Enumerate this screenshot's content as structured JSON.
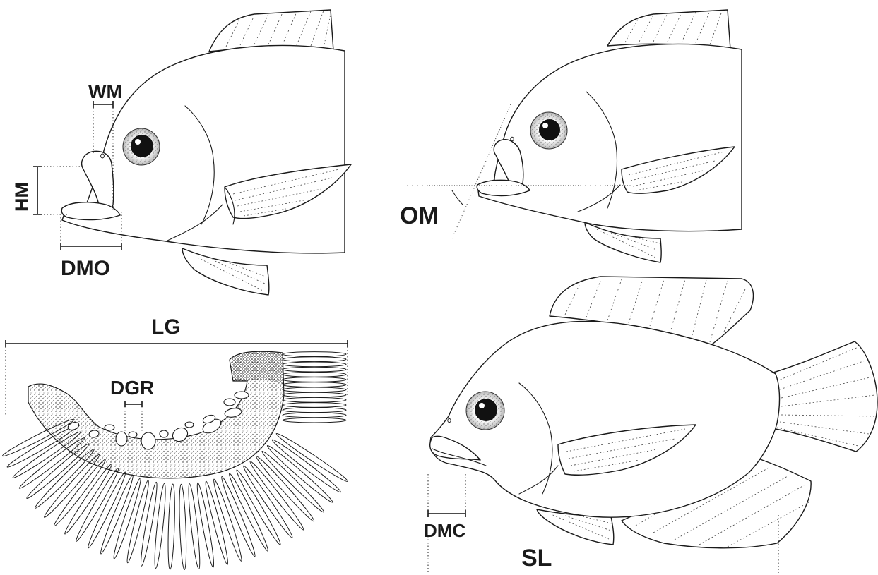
{
  "figure": {
    "panels": [
      {
        "id": "head-measurements",
        "labels": {
          "wm": "WM",
          "hm": "HM",
          "dmo": "DMO"
        }
      },
      {
        "id": "mouth-angle",
        "labels": {
          "om": "OM"
        }
      },
      {
        "id": "gill-arch",
        "labels": {
          "lg": "LG",
          "dgr": "DGR"
        }
      },
      {
        "id": "whole-fish",
        "labels": {
          "dmc": "DMC",
          "sl": "SL"
        }
      }
    ]
  },
  "labels": {
    "wm": "WM",
    "hm": "HM",
    "dmo": "DMO",
    "om": "OM",
    "lg": "LG",
    "dgr": "DGR",
    "dmc": "DMC",
    "sl": "SL"
  },
  "colors": {
    "ink": "#1a1a1a",
    "background": "#ffffff"
  }
}
